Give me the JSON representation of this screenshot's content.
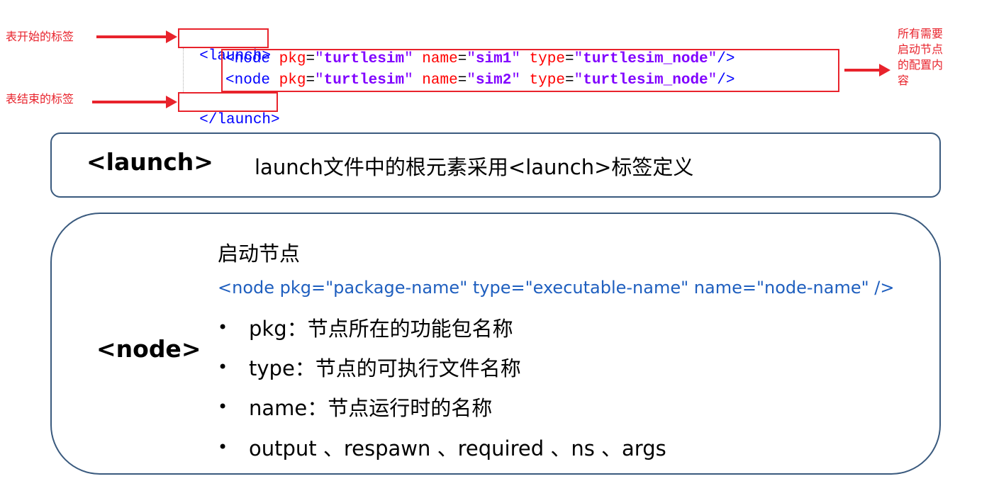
{
  "code": {
    "open_tag": "<launch>",
    "close_tag": "</launch>",
    "nodes": [
      {
        "pkg": "turtlesim",
        "name": "sim1",
        "type": "turtlesim_node"
      },
      {
        "pkg": "turtlesim",
        "name": "sim2",
        "type": "turtlesim_node"
      }
    ],
    "tokens": {
      "node_open": "<node",
      "pkg_attr": "pkg",
      "name_attr": "name",
      "type_attr": "type",
      "eq": "=",
      "quote": "\"",
      "self_close": "/>"
    }
  },
  "annotations": {
    "start_tag": "表开始的标签",
    "end_tag": "表结束的标签",
    "all_nodes": [
      "所有需要",
      "启动节点",
      "的配置内",
      "容"
    ]
  },
  "launch_panel": {
    "label": "<launch>",
    "description": "launch文件中的根元素采用<launch>标签定义"
  },
  "node_panel": {
    "label": "<node>",
    "title": "启动节点",
    "syntax": "<node pkg=\"package-name\" type=\"executable-name\" name=\"node-name\" />",
    "bullets": [
      "pkg：节点所在的功能包名称",
      "type：节点的可执行文件名称",
      "name：节点运行时的名称",
      "output 、respawn 、required 、ns 、args"
    ],
    "bullet_symbol": "•"
  },
  "colors": {
    "annotation_red": "#e8232c",
    "panel_border": "#3a5a7e",
    "syntax_blue": "#1f5fbf",
    "xml_tag_blue": "#0000ff",
    "xml_attr_red": "#ff0000",
    "xml_value_purple": "#8000ff"
  }
}
